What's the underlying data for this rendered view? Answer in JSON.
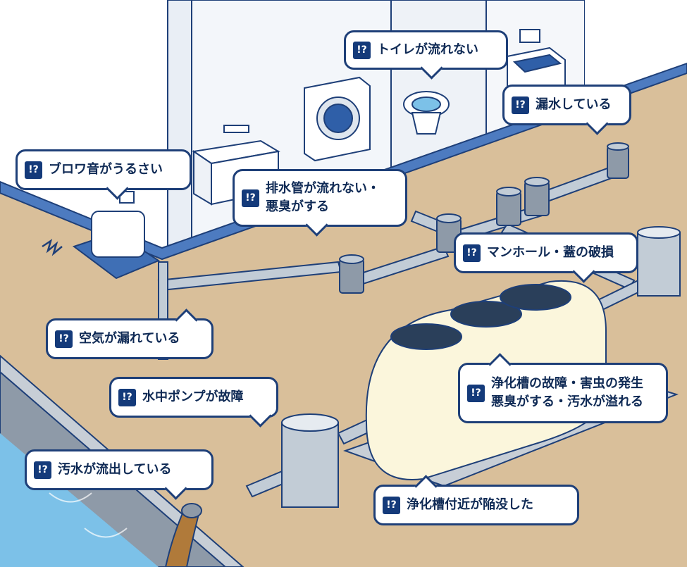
{
  "badge_icon_text": "!?",
  "colors": {
    "ground": "#d9bf9a",
    "wall": "#f2f6fa",
    "pipe": "#c2ccd6",
    "outline": "#1e3f78",
    "water": "#7cc1e8",
    "sewage": "#b07a3a"
  },
  "callouts": {
    "toilet": "トイレが流れない",
    "leak": "漏水している",
    "blower": "ブロワ音がうるさい",
    "drain": [
      "排水管が流れない・",
      "悪臭がする"
    ],
    "manhole": "マンホール・蓋の破損",
    "air": "空気が漏れている",
    "tank": [
      "浄化槽の故障・害虫の発生",
      "悪臭がする・汚水が溢れる"
    ],
    "pump": "水中ポンプが故障",
    "outflow": "汚水が流出している",
    "sinking": "浄化槽付近が陥没した"
  }
}
